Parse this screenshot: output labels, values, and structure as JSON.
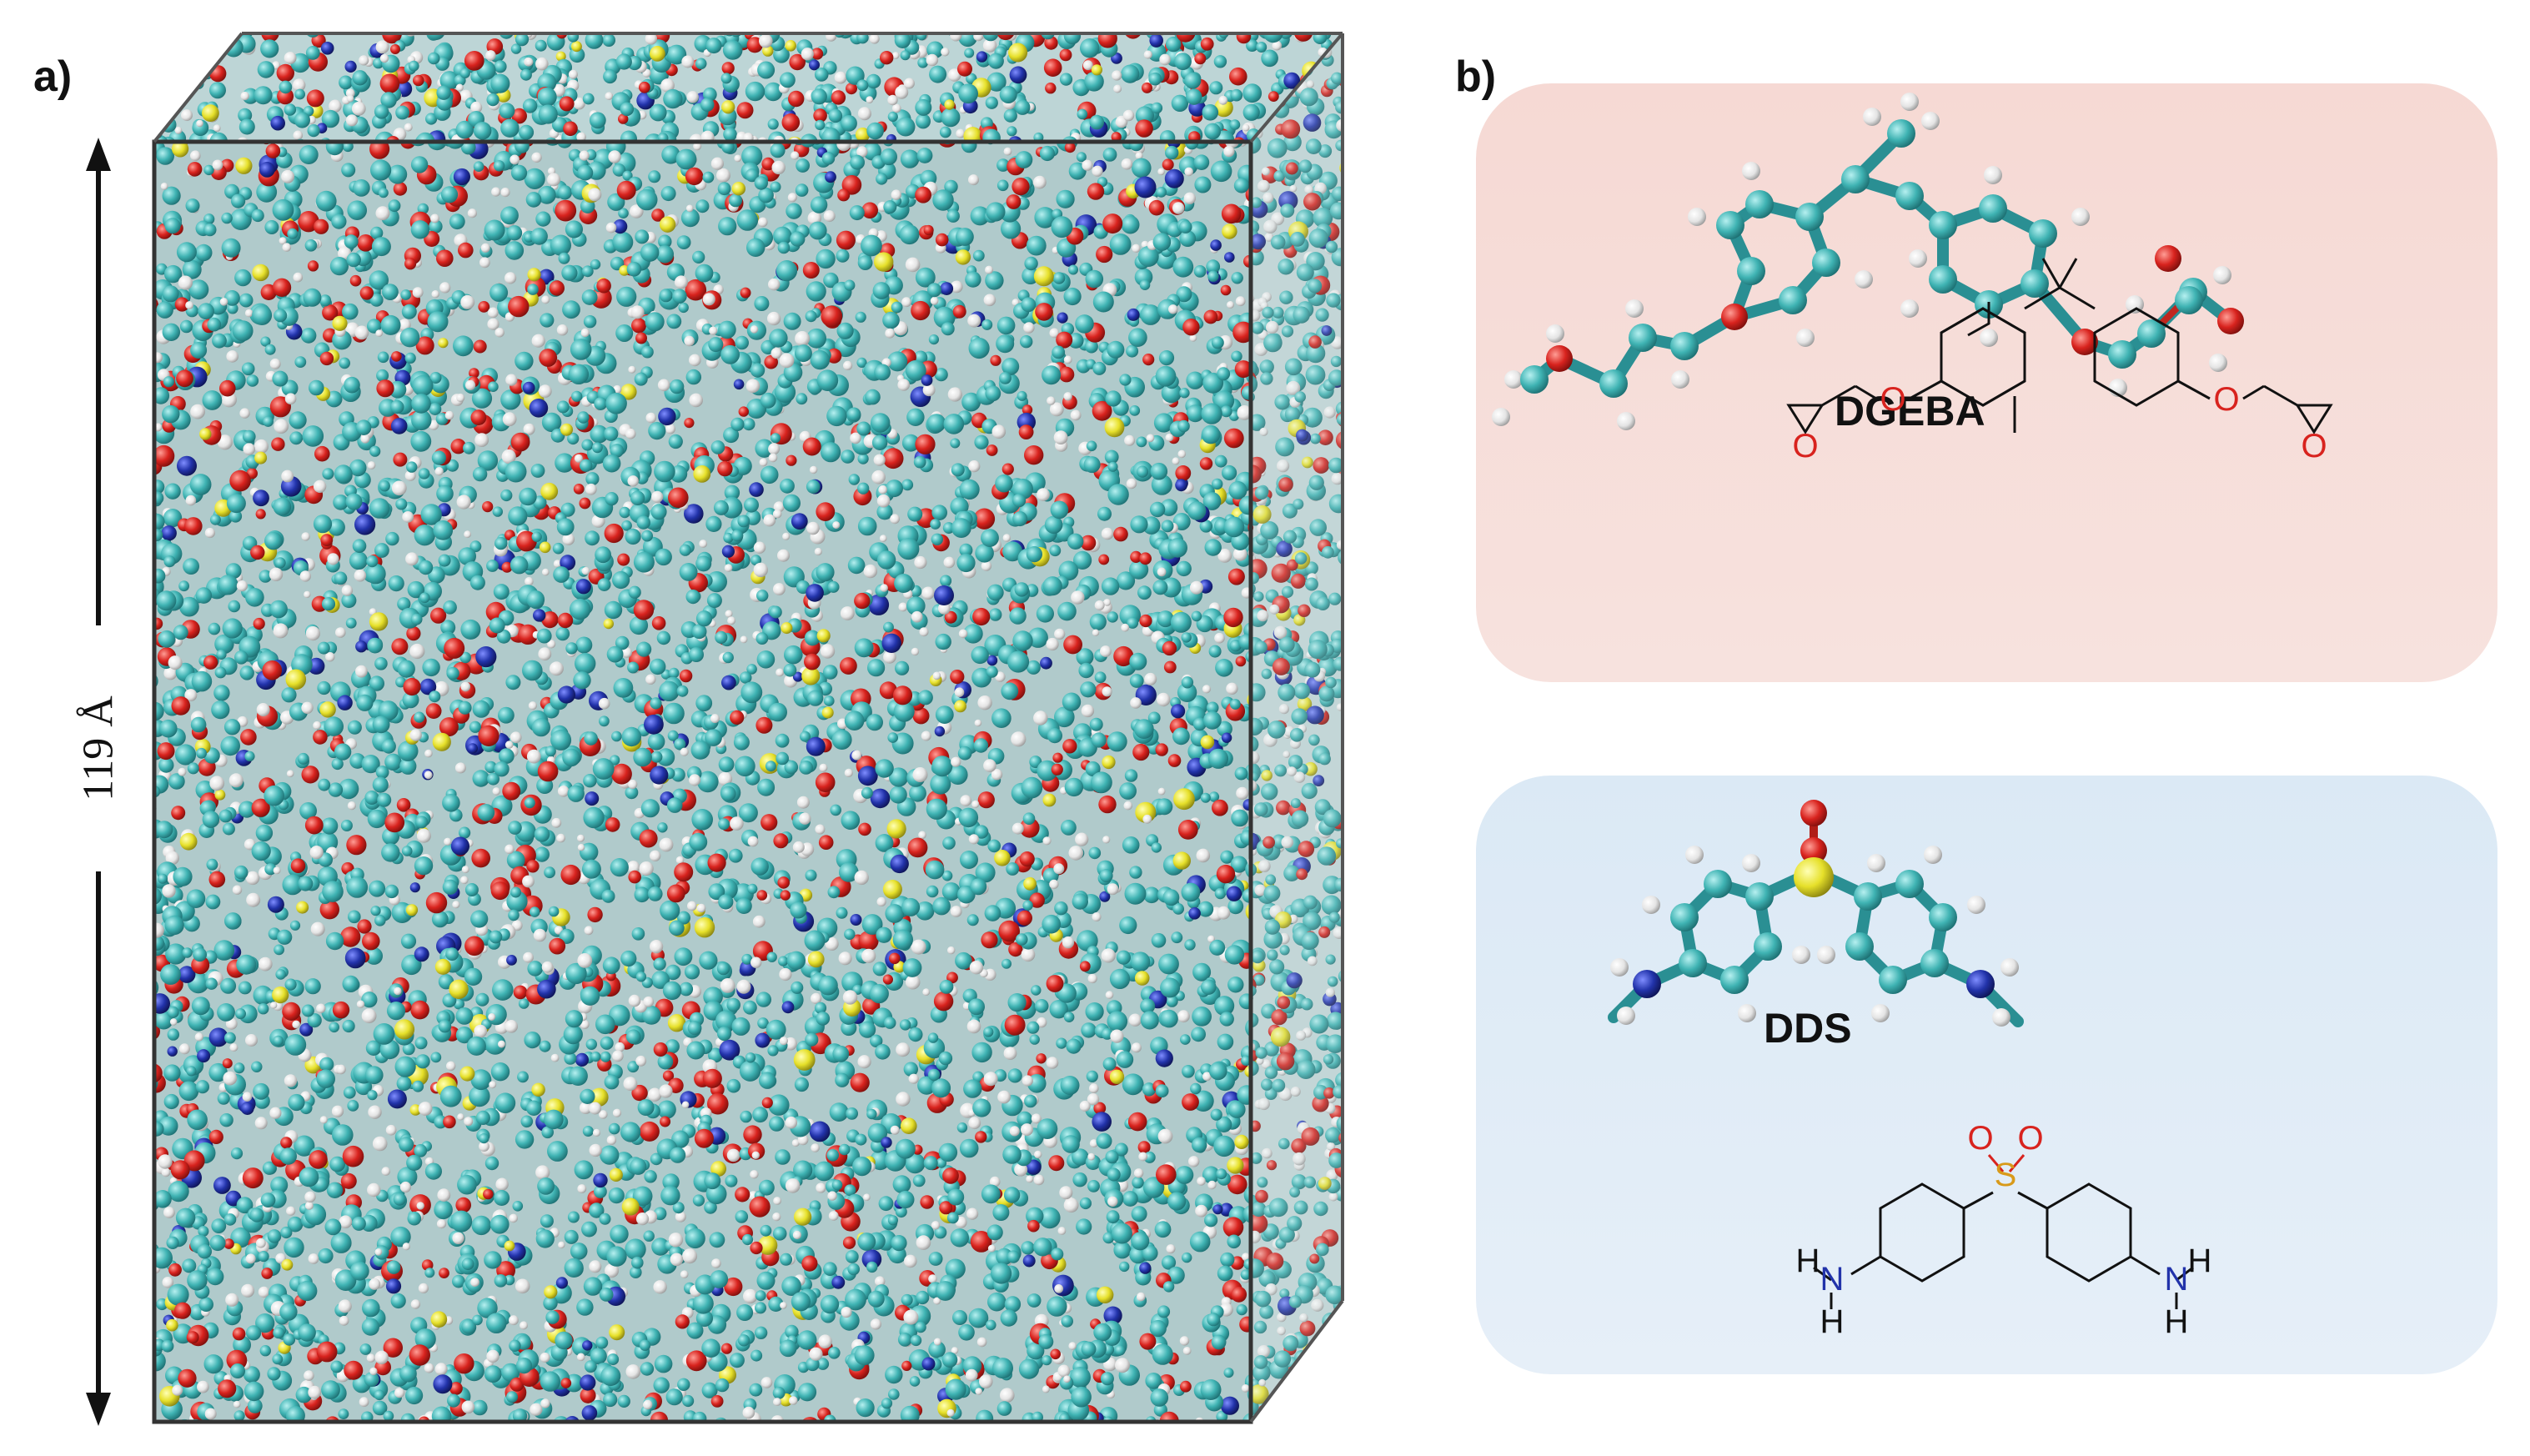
{
  "panels": {
    "a": {
      "label": "a)",
      "dimension_label": "119 Å"
    },
    "b": {
      "label": "b)",
      "molecules": [
        {
          "name": "DGEBA",
          "structure_atom_labels": [
            "O",
            "O",
            "O",
            "O"
          ]
        },
        {
          "name": "DDS",
          "structure_atom_labels": [
            "S",
            "O",
            "O",
            "H",
            "N",
            "H",
            "N",
            "H",
            "H"
          ]
        }
      ]
    }
  },
  "colors": {
    "carbon": "#3aa8a8",
    "oxygen": "#d8231e",
    "hydrogen": "#e8e8e8",
    "nitrogen": "#2233aa",
    "sulfur": "#e6e02a",
    "dgeba_panel": "#f6dcd7",
    "dds_panel": "#e1ecf7"
  }
}
